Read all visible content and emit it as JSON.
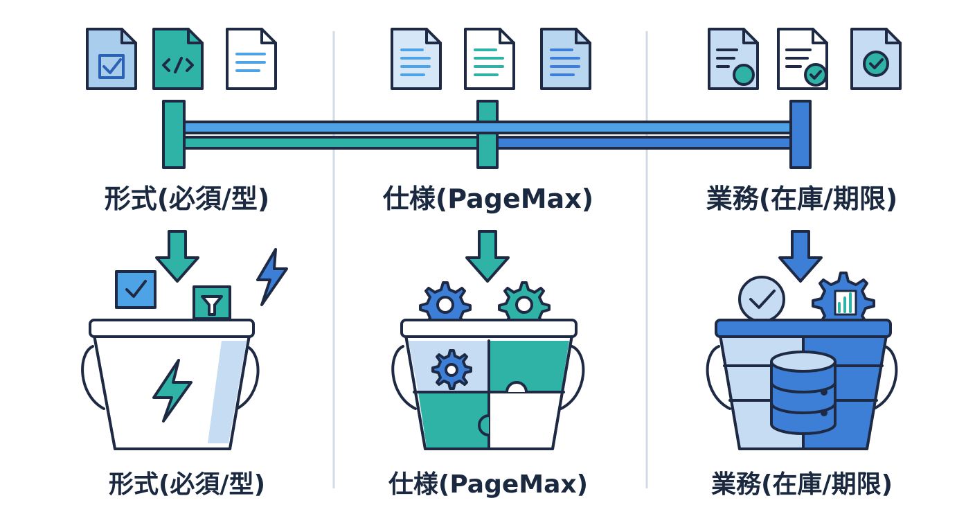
{
  "columns": [
    {
      "label_top": "形式(必須/型)",
      "label_bottom": "形式(必須/型)"
    },
    {
      "label_top": "仕様(PageMax)",
      "label_bottom": "仕様(PageMax)"
    },
    {
      "label_top": "業務(在庫/期限)",
      "label_bottom": "業務(在庫/期限)"
    }
  ],
  "colors": {
    "outline": "#1e2a44",
    "teal": "#2fb3a6",
    "blue": "#3d7fd6",
    "light_blue": "#c6dcf2",
    "sky": "#4ea3e6",
    "divider": "#d2dbe6"
  },
  "icons": [
    "document-check-icon",
    "document-code-icon",
    "document-lines-icon",
    "bucket-lightning-icon",
    "bucket-puzzle-icon",
    "bucket-database-icon",
    "gear-icon",
    "checkmark-circle-icon",
    "lightning-icon"
  ]
}
